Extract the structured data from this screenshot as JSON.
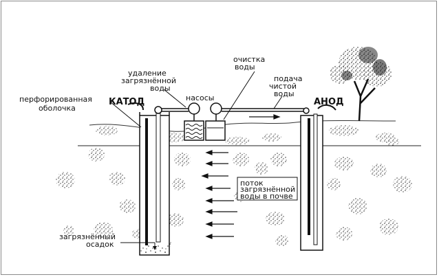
{
  "labels": {
    "cathode": "КАТОД",
    "anode": "АНОД",
    "perforated_1": "перфорированная",
    "perforated_2": "оболочка",
    "removal_1": "удаление",
    "removal_2": "загрязнённой",
    "removal_3": "воды",
    "pumps": "насосы",
    "cleaning_1": "очистка",
    "cleaning_2": "воды",
    "supply_1": "подача",
    "supply_2": "чистой",
    "supply_3": "воды",
    "flow_1": "поток",
    "flow_2": "загрязнённой",
    "flow_3": "воды в почве",
    "sediment_1": "загрязнённый",
    "sediment_2": "осадок"
  }
}
